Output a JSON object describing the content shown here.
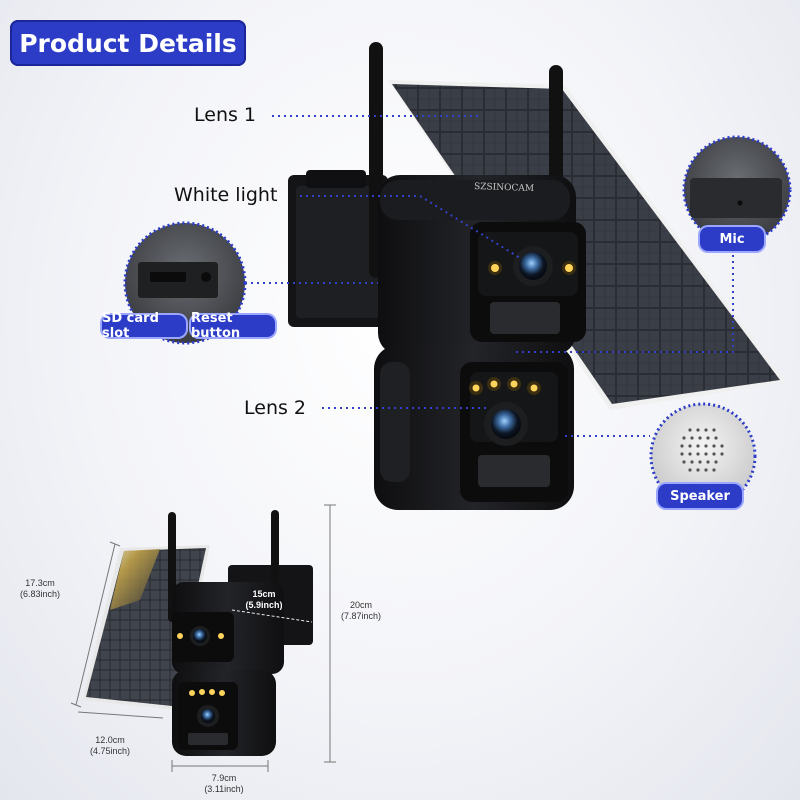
{
  "header": {
    "title": "Product Details"
  },
  "brand": "SZSINOCAM",
  "callouts": {
    "lens1": "Lens 1",
    "white_light": "White light",
    "lens2": "Lens 2"
  },
  "detail_labels": {
    "sd_card_slot": "SD card slot",
    "reset_button": "Reset button",
    "mic": "Mic",
    "speaker": "Speaker"
  },
  "dimensions": {
    "panel_height": {
      "cm": "17.3cm",
      "inch": "(6.83inch)"
    },
    "panel_width": {
      "cm": "12.0cm",
      "inch": "(4.75inch)"
    },
    "camera_depth": {
      "cm": "15cm",
      "inch": "(5.9inch)"
    },
    "total_height": {
      "cm": "20cm",
      "inch": "(7.87inch)"
    },
    "camera_width": {
      "cm": "7.9cm",
      "inch": "(3.11inch)"
    }
  },
  "colors": {
    "accent": "#2c3cc6",
    "dotted_line": "#3340c8",
    "device": "#1a1a1a"
  }
}
